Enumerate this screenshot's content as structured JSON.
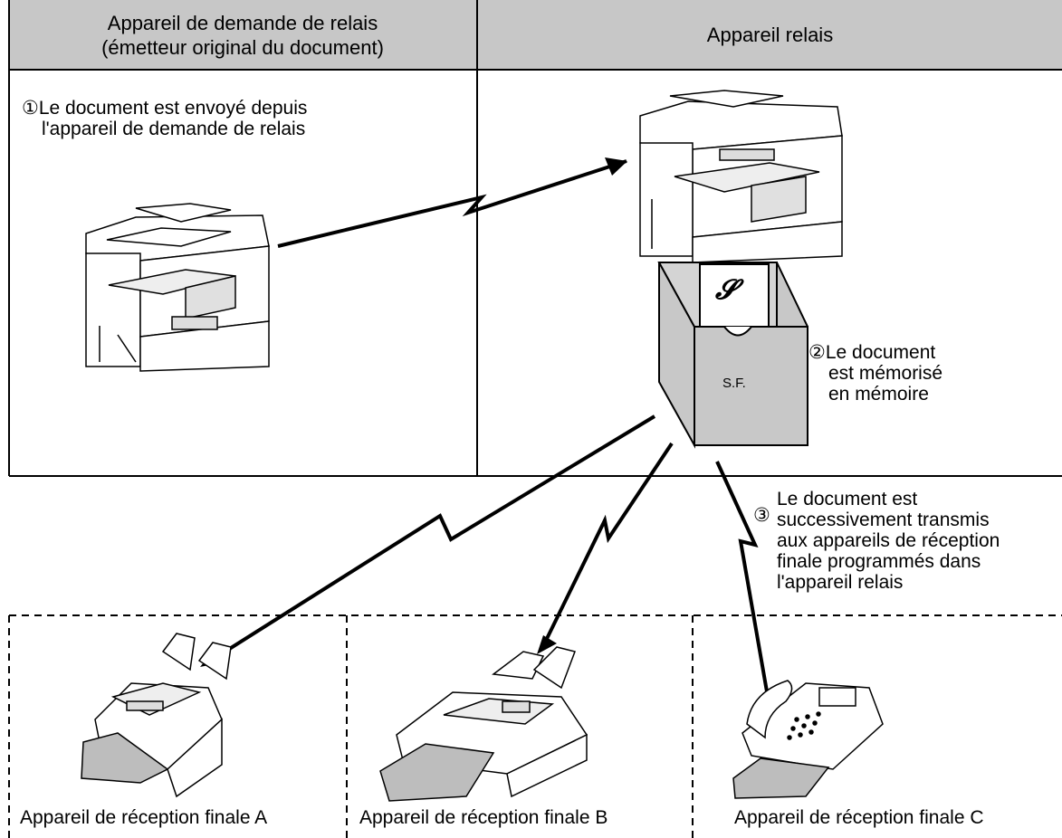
{
  "headers": {
    "sender_line1": "Appareil de demande de relais",
    "sender_line2": "(émetteur original du document)",
    "relay": "Appareil relais"
  },
  "steps": {
    "step1": {
      "number": "①",
      "line1": "Le document est envoyé depuis",
      "line2": "l'appareil de demande de relais"
    },
    "step2": {
      "number": "②",
      "line1": "Le document",
      "line2": "est mémorisé",
      "line3": "en mémoire"
    },
    "step3": {
      "number": "③",
      "line1": "Le document est",
      "line2": "successivement transmis",
      "line3": "aux appareils de réception",
      "line4": "finale programmés dans",
      "line5": "l'appareil relais"
    }
  },
  "memory_box_label": "S.F.",
  "destinations": [
    {
      "label": "Appareil de réception finale A"
    },
    {
      "label": "Appareil de réception finale B"
    },
    {
      "label": "Appareil de réception finale C"
    }
  ],
  "icons": [
    "copier-icon",
    "file-box-icon",
    "fax-machine-icon",
    "phone-fax-icon"
  ],
  "colors": {
    "header_bg": "#c7c7c7",
    "box_fill": "#c8c8c8",
    "paper_fill": "#bdbdbd",
    "line": "#000000"
  }
}
